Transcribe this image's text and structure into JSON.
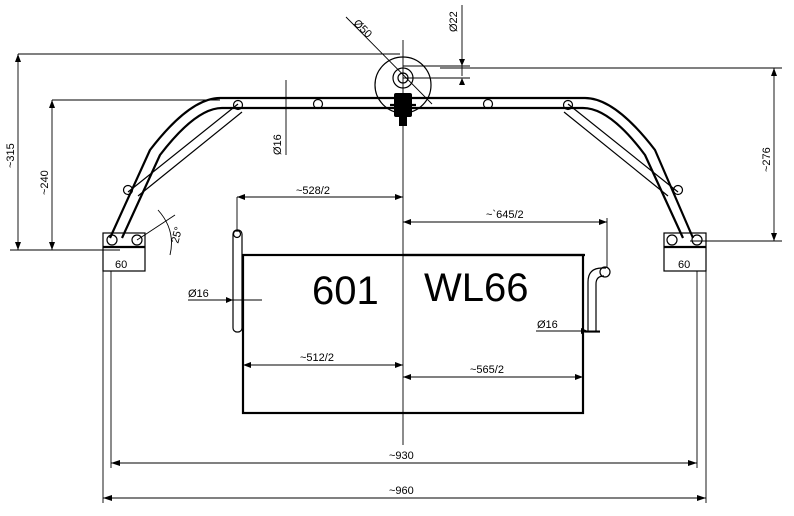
{
  "labels": {
    "model_a": "601",
    "model_b": "WL66"
  },
  "dimensions": {
    "dia_50": "Ø50",
    "dia_22": "Ø22",
    "height_315": "~315",
    "height_240": "~240",
    "height_276": "~276",
    "dia_16_top": "Ø16",
    "half_528": "~528/2",
    "half_645": "~`645/2",
    "angle_25": "25°",
    "width_60_left": "60",
    "width_60_right": "60",
    "dia_16_left": "Ø16",
    "dia_16_right": "Ø16",
    "half_512": "~512/2",
    "half_565": "~565/2",
    "width_930": "~930",
    "width_960": "~960"
  },
  "colors": {
    "line": "#000000",
    "background": "#ffffff"
  }
}
